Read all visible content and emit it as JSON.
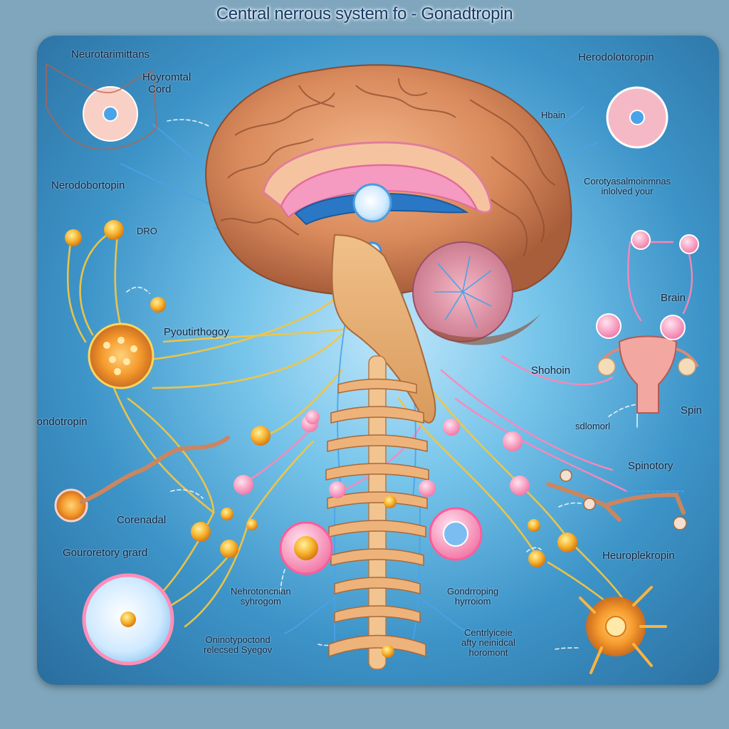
{
  "title": "Central nerrous system fo - Gonadtropin",
  "labels": {
    "neurotransmitters_top": "Neurotarimittans",
    "hoyromtal_cord": [
      "Hoyromtal",
      "Cord"
    ],
    "herodolotoropin": "Herodolotoropin",
    "hbain": "Hbain",
    "nerodobortopin": "Nerodobortopin",
    "coretyas": [
      "Corotyasalmoinmnas",
      "inlolved your"
    ],
    "dro": "DRO",
    "pyoutirthogoy": "Pyoutirthogoy",
    "brain": "Brain",
    "shohoin": "Shohoin",
    "spin": "Spin",
    "sdlomorl": "sdlomorl",
    "gondotropin": "Gondotropin",
    "spinotory": "Spinotory",
    "corenadal": "Corenadal",
    "gouroretory_grard": "Gouroretory grard",
    "heuroplekropin": "Heuroplekropin",
    "nehrotoncnian": [
      "Nehrotoncnian",
      "syhrogom"
    ],
    "gondrroping": [
      "Gondrroping",
      "hyrroiom"
    ],
    "oninotypoctond": [
      "Oninotypoctond",
      "relecsed Syegov"
    ],
    "centrlyiceie": [
      "Centrlyiceie",
      "afty neinidcal",
      "horomont"
    ]
  },
  "colors": {
    "title": "#143a66",
    "brain": "#d9895e",
    "nerve_blue": "#4aa3e8",
    "nerve_yellow": "#f4c542",
    "nerve_pink": "#ff7fb3",
    "spine": "#e8a86a",
    "cell_orange": "#f5a623"
  }
}
